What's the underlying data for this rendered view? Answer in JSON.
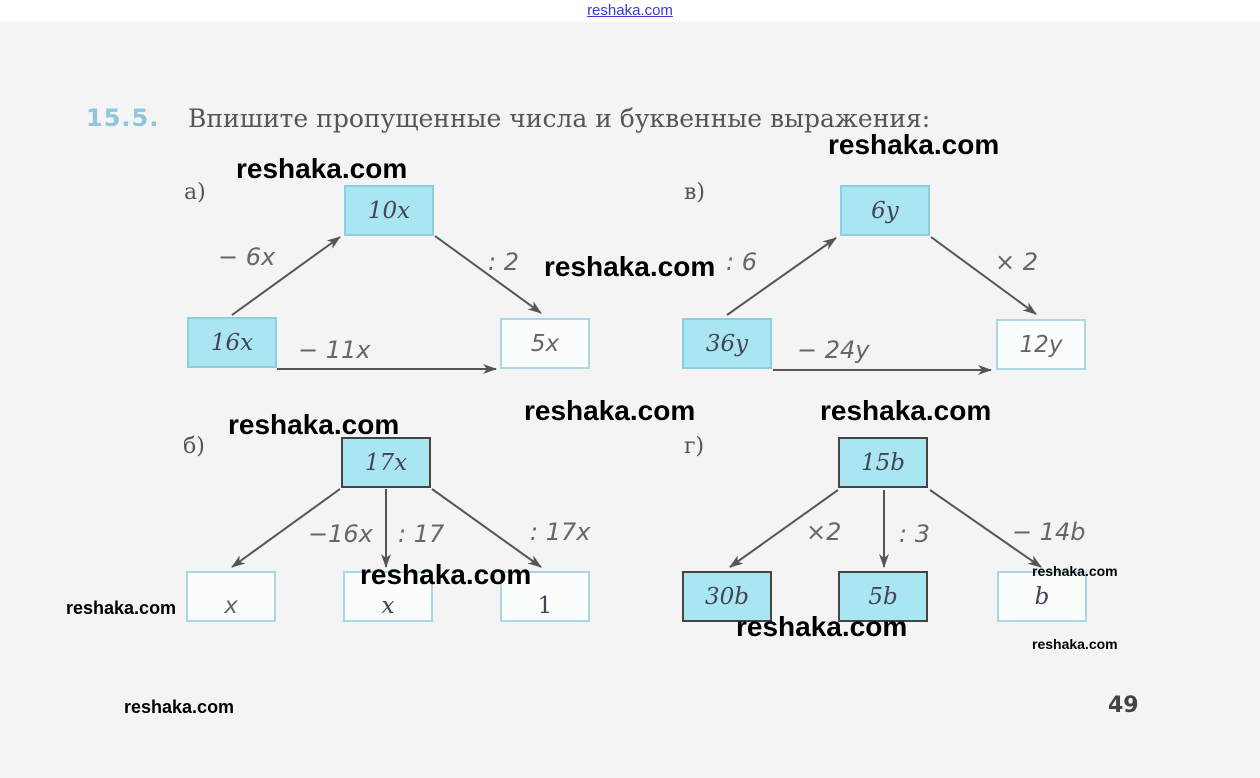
{
  "header": {
    "site_link": "reshaka.com"
  },
  "exercise": {
    "number": "15.5.",
    "instruction": "Впишите пропущенные числа и буквенные выражения:"
  },
  "parts": {
    "a": {
      "label": "а)",
      "top": "10x",
      "left": "16x",
      "right": "5x",
      "op_left": "− 6x",
      "op_right": ": 2",
      "op_bottom": "− 11x"
    },
    "v": {
      "label": "в)",
      "top": "6y",
      "left": "36y",
      "right": "12y",
      "op_left": ": 6",
      "op_right": "× 2",
      "op_bottom": "− 24y"
    },
    "b": {
      "label": "б)",
      "top": "17x",
      "child1": "x",
      "child2": "x",
      "child3": "1",
      "op1": "−16x",
      "op2": ": 17",
      "op3": ": 17x"
    },
    "g": {
      "label": "г)",
      "top": "15b",
      "child1": "30b",
      "child2": "5b",
      "child3": "b",
      "op1": "×2",
      "op2": ": 3",
      "op3": "− 14b"
    }
  },
  "watermarks": [
    "reshaka.com",
    "reshaka.com",
    "reshaka.com",
    "reshaka.com",
    "reshaka.com",
    "reshaka.com",
    "reshaka.com",
    "reshaka.com",
    "reshaka.com",
    "reshaka.com",
    "reshaka.com",
    "reshaka.com"
  ],
  "page_number": "49"
}
